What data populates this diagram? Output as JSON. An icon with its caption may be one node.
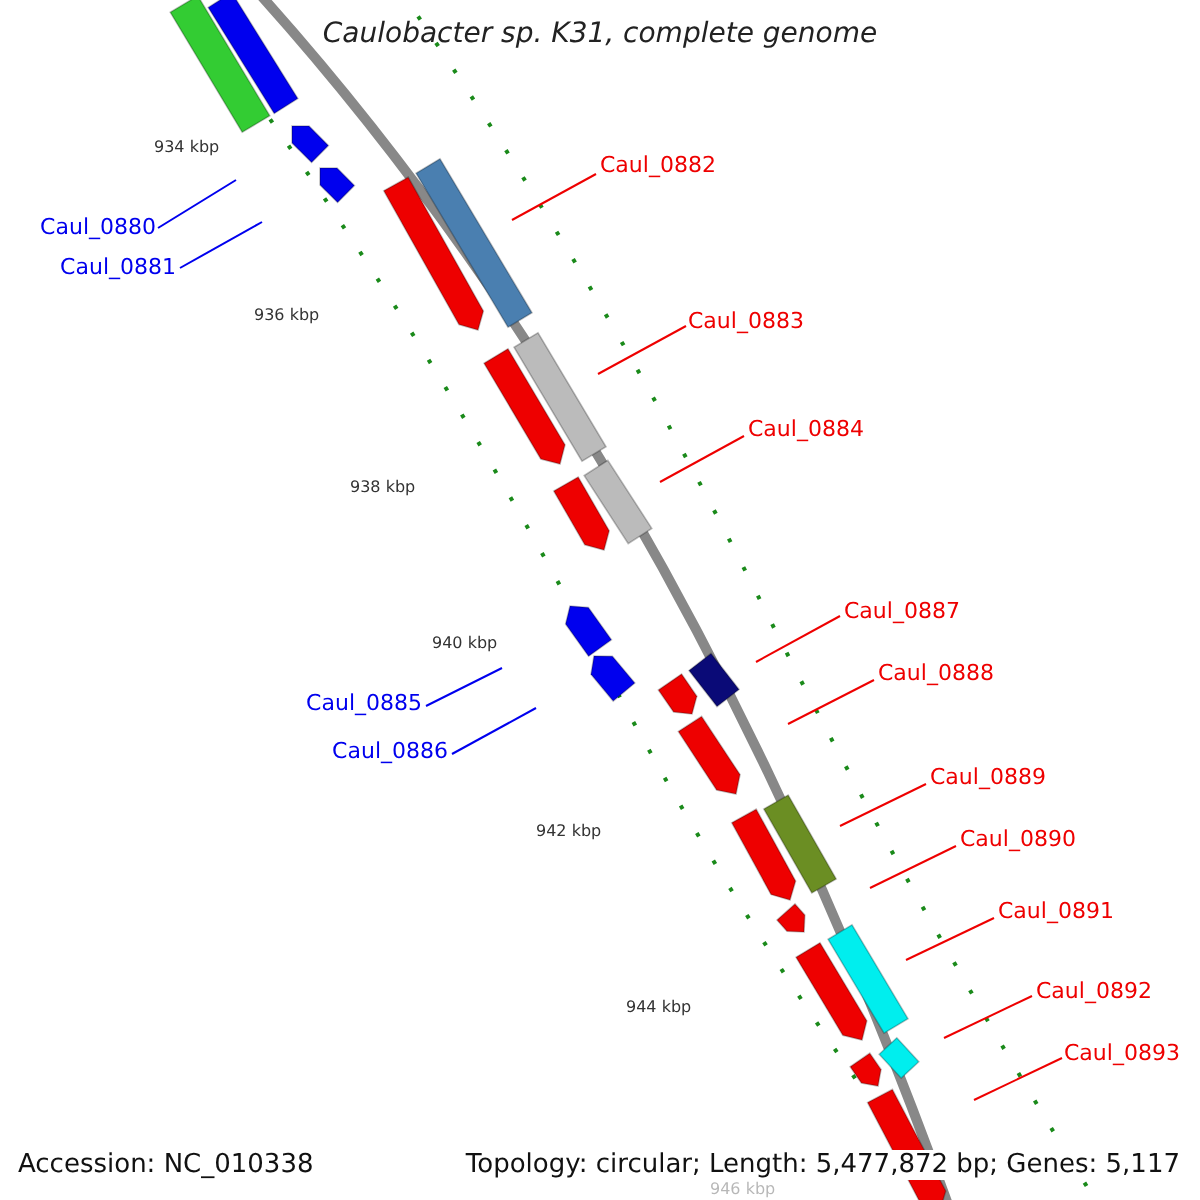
{
  "diagram": {
    "title": "Caulobacter sp. K31, complete genome",
    "nodes": [
      {
        "text": [
          "Caul_0882"
        ]
      },
      {
        "text": [
          "Caul_0880"
        ]
      },
      {
        "text": [
          "Caul_0881"
        ]
      },
      {
        "text": [
          "Caul_0883"
        ]
      },
      {
        "text": [
          "Caul_0884"
        ]
      },
      {
        "text": [
          "Caul_0887"
        ]
      },
      {
        "text": [
          "Caul_0888"
        ]
      },
      {
        "text": [
          "Caul_0885"
        ]
      },
      {
        "text": [
          "Caul_0886"
        ]
      },
      {
        "text": [
          "Caul_0889"
        ]
      },
      {
        "text": [
          "Caul_0890"
        ]
      },
      {
        "text": [
          "Caul_0891"
        ]
      },
      {
        "text": [
          "Caul_0892"
        ]
      },
      {
        "text": [
          "Caul_0893"
        ]
      }
    ],
    "edges": [
      {
        "from": 0,
        "to": null,
        "arrow": "none"
      },
      {
        "from": 1,
        "to": null,
        "arrow": "none",
        "color": "#0000ee"
      },
      {
        "from": 2,
        "to": null,
        "arrow": "none",
        "color": "#0000ee"
      },
      {
        "from": 3,
        "to": null,
        "arrow": "none"
      },
      {
        "from": 4,
        "to": null,
        "arrow": "none"
      },
      {
        "from": 5,
        "to": null,
        "arrow": "none"
      },
      {
        "from": 6,
        "to": null,
        "arrow": "none"
      },
      {
        "from": 7,
        "to": null,
        "arrow": "none",
        "color": "#0000ee"
      },
      {
        "from": 8,
        "to": null,
        "arrow": "none",
        "color": "#0000ee"
      },
      {
        "from": 9,
        "to": null,
        "arrow": "none"
      },
      {
        "from": 10,
        "to": null,
        "arrow": "none"
      },
      {
        "from": 11,
        "to": null,
        "arrow": "none"
      },
      {
        "from": 12,
        "to": null,
        "arrow": "none"
      },
      {
        "from": 13,
        "to": null,
        "arrow": "none"
      }
    ],
    "labels": [
      "934 kbp",
      "936 kbp",
      "938 kbp",
      "940 kbp",
      "942 kbp",
      "944 kbp",
      "946 kbp",
      "Accession: NC_010338",
      "Topology: circular; Length: 5,477,872 bp; Genes: 5,117"
    ]
  }
}
